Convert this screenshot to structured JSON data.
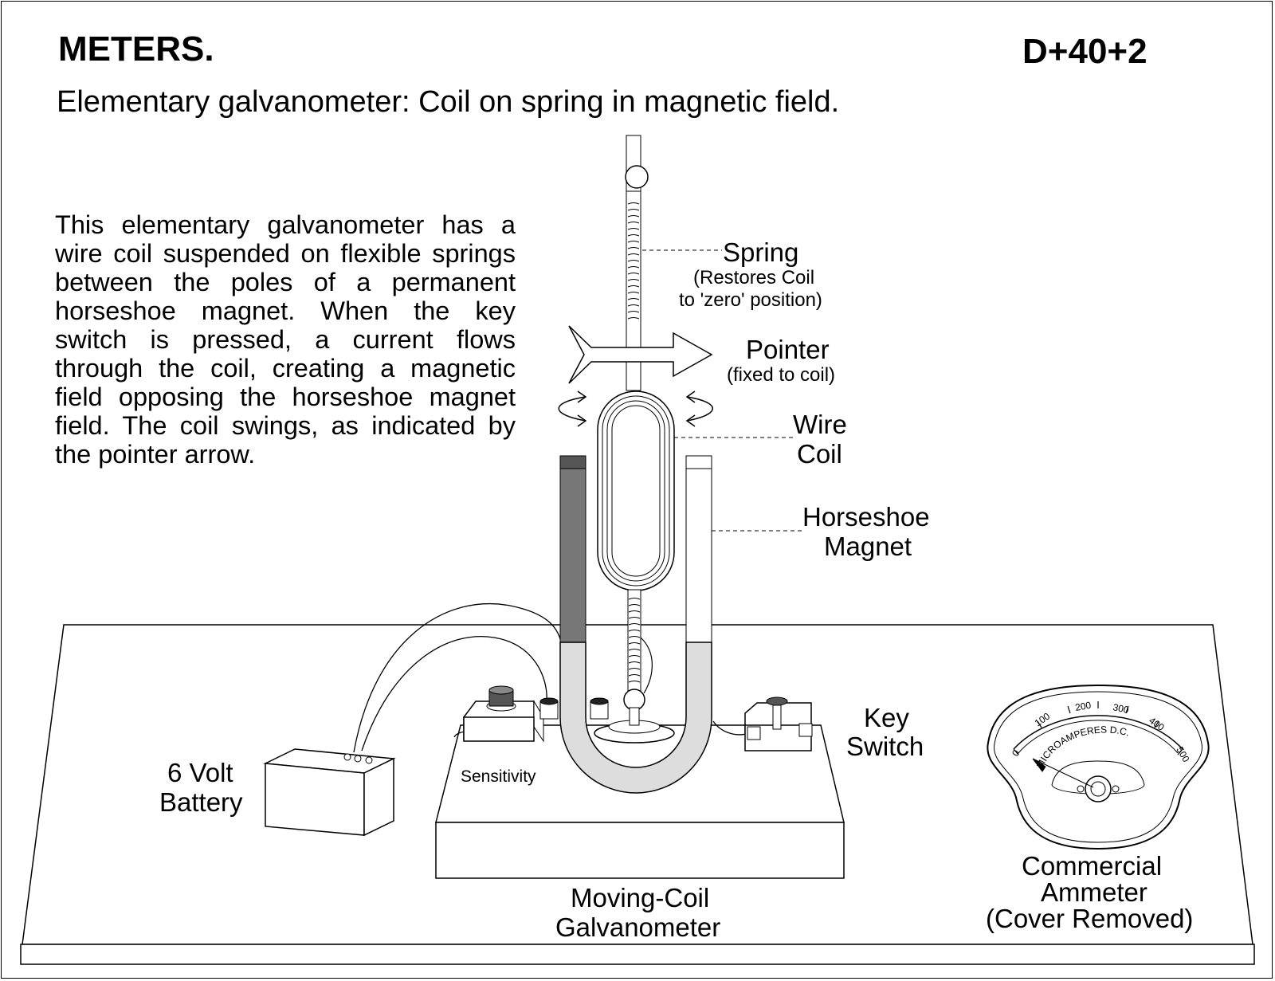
{
  "header": {
    "section": "METERS.",
    "code": "D+40+2",
    "subtitle": "Elementary galvanometer: Coil on spring in magnetic field."
  },
  "description": "This elementary galvanometer has a wire coil suspended on flexible springs between the poles of a permanent horseshoe magnet. When the key switch is pressed, a current flows through the coil, creating a magnetic field opposing the horseshoe magnet field.  The coil swings, as indicated by the pointer arrow.",
  "labels": {
    "spring": "Spring",
    "spring_note_1": "(Restores Coil",
    "spring_note_2": "to 'zero' position)",
    "pointer": "Pointer",
    "pointer_note": "(fixed to coil)",
    "wire": "Wire",
    "coil": "Coil",
    "horseshoe": "Horseshoe",
    "magnet": "Magnet",
    "key": "Key",
    "switch": "Switch",
    "battery_1": "6 Volt",
    "battery_2": "Battery",
    "sensitivity": "Sensitivity",
    "galv_1": "Moving-Coil",
    "galv_2": "Galvanometer",
    "ammeter_1": "Commercial",
    "ammeter_2": "Ammeter",
    "ammeter_3": "(Cover Removed)"
  },
  "ammeter_dial": {
    "ticks": [
      "0",
      "100",
      "200",
      "300",
      "400",
      "500"
    ],
    "legend": "MICROAMPERES D.C."
  }
}
